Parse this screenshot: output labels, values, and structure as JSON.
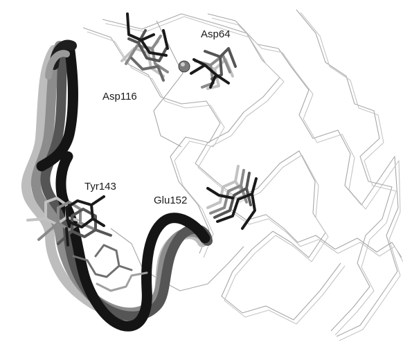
{
  "labels": {
    "asp64": "Asp64",
    "asp116": "Asp116",
    "tyr143": "Tyr143",
    "glu152": "Glu152"
  },
  "colors": {
    "ribbon_black": "#141414",
    "ribbon_dark_gray": "#555555",
    "ribbon_mid_gray": "#8c8c8c",
    "ribbon_light_gray": "#bdbdbd",
    "backbone_wire": "#a6a6a6",
    "background": "#ffffff"
  }
}
